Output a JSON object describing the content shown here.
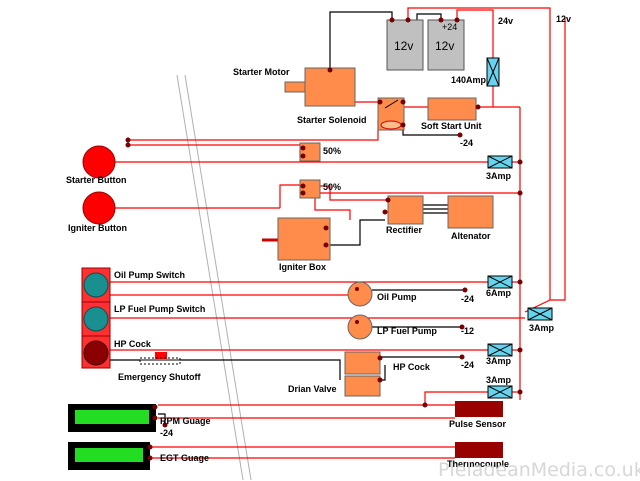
{
  "labels": {
    "starter_motor": "Starter Motor",
    "starter_solenoid": "Starter Solenoid",
    "soft_start_unit": "Soft Start Unit",
    "battery_1": "12v",
    "battery_2": "12v",
    "battery_plus24": "+24",
    "rail_24v": "24v",
    "rail_12v": "12v",
    "fuse_140": "140Amp",
    "neg24_top": "-24",
    "relay_50_1": "50%",
    "relay_50_2": "50%",
    "starter_button": "Starter Button",
    "fuse_3a_1": "3Amp",
    "igniter_button": "Igniter Button",
    "rectifier": "Rectifier",
    "altenator": "Altenator",
    "igniter_box": "Igniter Box",
    "oil_pump_switch": "Oil Pump Switch",
    "oil_pump": "Oil Pump",
    "fuse_6a": "6Amp",
    "neg24_oil": "-24",
    "lp_fuel_pump_switch": "LP Fuel Pump Switch",
    "lp_fuel_pump": "LP Fuel Pump",
    "neg12": "-12",
    "fuse_3a_main": "3Amp",
    "hp_cock_switch": "HP Cock",
    "hp_cock": "HP Cock",
    "fuse_3a_2": "3Amp",
    "neg24_hp": "-24",
    "emergency_shutoff": "Emergency Shutoff",
    "drian_valve": "Drian Valve",
    "fuse_3a_3": "3Amp",
    "rpm_guage": "RPM Guage",
    "neg24_rpm": "-24",
    "pulse_sensor": "Pulse Sensor",
    "egt_guage": "EGT Guage",
    "thermocouple": "Thermocouple",
    "watermark": "PleiadeanMedia.co.uk"
  },
  "colors": {
    "wire_red": "#ff0000",
    "wire_black": "#000000",
    "component_orange": "#ff8c4a",
    "battery_grey": "#c0c0c0",
    "fuse_cyan": "#66d4ee",
    "switch_red": "#ff0000",
    "switch_teal": "#1a8f8f",
    "switch_darkred": "#8b0000",
    "gauge_green": "#22dd22",
    "sensor_maroon": "#990000"
  }
}
